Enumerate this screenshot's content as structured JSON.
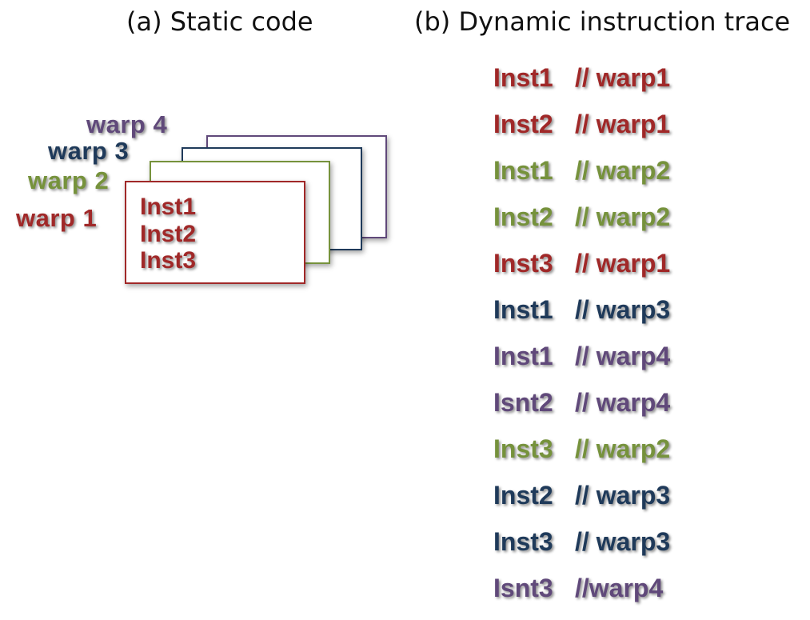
{
  "colors": {
    "warp1": "#a02828",
    "warp2": "#76923c",
    "warp3": "#1f3a5a",
    "warp4": "#60497a"
  },
  "static": {
    "heading": "(a) Static code",
    "warp_labels": [
      "warp 4",
      "warp 3",
      "warp 2",
      "warp 1"
    ],
    "front_card_lines": [
      "Inst1",
      "Inst2",
      "Inst3"
    ]
  },
  "dynamic": {
    "heading": "(b) Dynamic instruction trace",
    "rows": [
      {
        "inst": "Inst1",
        "comment": "// warp1",
        "warp": "warp1"
      },
      {
        "inst": "Inst2",
        "comment": "// warp1",
        "warp": "warp1"
      },
      {
        "inst": "Inst1",
        "comment": "// warp2",
        "warp": "warp2"
      },
      {
        "inst": "Inst2",
        "comment": "// warp2",
        "warp": "warp2"
      },
      {
        "inst": "Inst3",
        "comment": "// warp1",
        "warp": "warp1"
      },
      {
        "inst": "Inst1",
        "comment": "// warp3",
        "warp": "warp3"
      },
      {
        "inst": "Inst1",
        "comment": "// warp4",
        "warp": "warp4"
      },
      {
        "inst": "Isnt2",
        "comment": "// warp4",
        "warp": "warp4"
      },
      {
        "inst": "Inst3",
        "comment": "// warp2",
        "warp": "warp2"
      },
      {
        "inst": "Inst2",
        "comment": "// warp3",
        "warp": "warp3"
      },
      {
        "inst": "Inst3",
        "comment": "// warp3",
        "warp": "warp3"
      },
      {
        "inst": "Isnt3",
        "comment": "//warp4",
        "warp": "warp4"
      }
    ]
  }
}
